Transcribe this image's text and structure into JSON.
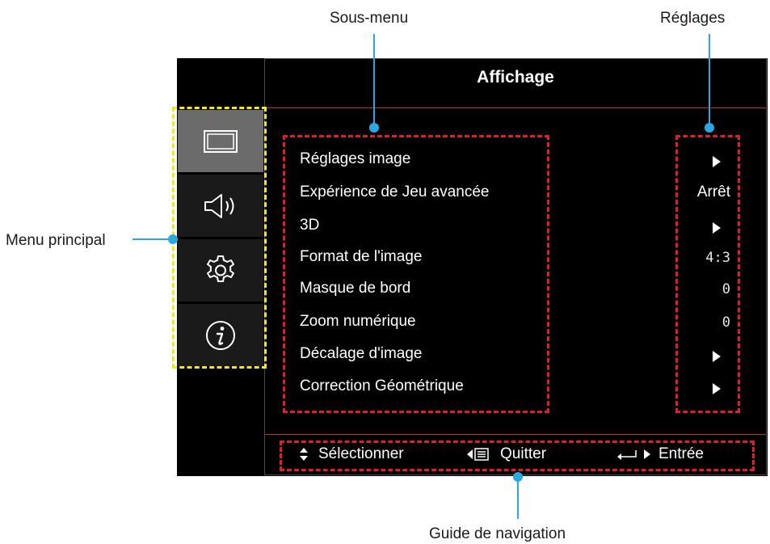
{
  "callouts": {
    "sub_menu": "Sous-menu",
    "settings": "Réglages",
    "main_menu": "Menu principal",
    "nav_guide": "Guide de navigation"
  },
  "osd": {
    "title": "Affichage",
    "tabs": [
      {
        "icon": "display-icon",
        "active": true
      },
      {
        "icon": "speaker-icon",
        "active": false
      },
      {
        "icon": "gear-icon",
        "active": false
      },
      {
        "icon": "info-icon",
        "active": false
      }
    ],
    "items": [
      {
        "label": "Réglages image",
        "value": "▶"
      },
      {
        "label": "Expérience de Jeu avancée",
        "value": "Arrêt"
      },
      {
        "label": "3D",
        "value": "▶"
      },
      {
        "label": "Format de l'image",
        "value": "4:3"
      },
      {
        "label": "Masque de bord",
        "value": "0"
      },
      {
        "label": "Zoom numérique",
        "value": "0"
      },
      {
        "label": "Décalage d'image",
        "value": "▶"
      },
      {
        "label": "Correction Géométrique",
        "value": "▶"
      }
    ],
    "nav": {
      "select": "Sélectionner",
      "quit": "Quitter",
      "enter": "Entrée"
    }
  },
  "colors": {
    "leader": "#29a9e0",
    "highlight_red": "#e01e25",
    "highlight_yellow": "#f6e71a",
    "active_tab": "#6b6b6b"
  }
}
